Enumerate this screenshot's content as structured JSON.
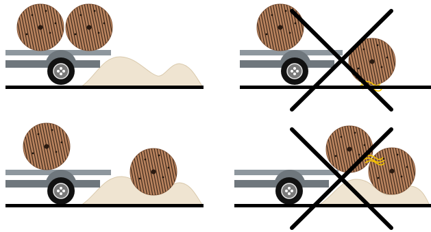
{
  "panels": [
    {
      "id": "top-left",
      "verdict": "correct",
      "cross_mark": false,
      "spark": false
    },
    {
      "id": "top-right",
      "verdict": "incorrect",
      "cross_mark": true,
      "spark": true
    },
    {
      "id": "bottom-left",
      "verdict": "correct",
      "cross_mark": false,
      "spark": false
    },
    {
      "id": "bottom-right",
      "verdict": "incorrect",
      "cross_mark": true,
      "spark": true
    }
  ],
  "colors": {
    "ground": "#000000",
    "spool_fill": "#b9835e",
    "spool_stripes": "#1f140c",
    "spool_hub": "#2a1a10",
    "trailer_bed": "#8e979e",
    "trailer_frame": "#6f777d",
    "tire": "#111111",
    "hub": "#7a7a7a",
    "sand": "#efe4d1",
    "sand_edge": "#d9c9ac",
    "cross": "#000000",
    "spark": "#f5c300"
  }
}
